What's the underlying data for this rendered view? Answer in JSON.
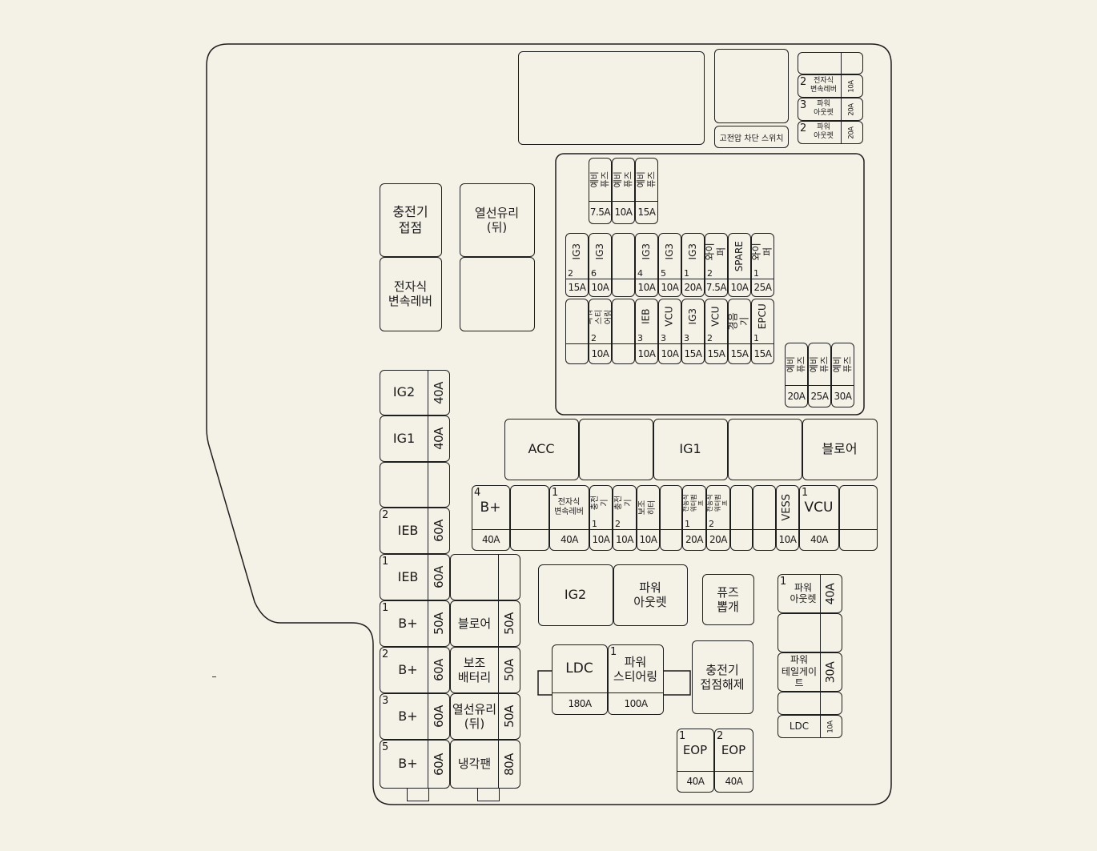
{
  "switch_label": "고전압 차단 스위치",
  "top_right": [
    {
      "n": "",
      "label": "",
      "amp": ""
    },
    {
      "n": "2",
      "label": "전자식\n변속레버",
      "amp": "10A"
    },
    {
      "n": "3",
      "label": "파워\n아웃렛",
      "amp": "20A"
    },
    {
      "n": "2",
      "label": "파워\n아웃렛",
      "amp": "20A"
    }
  ],
  "spare_top": [
    {
      "n": "",
      "label": "예비퓨즈",
      "amp": "7.5A"
    },
    {
      "n": "",
      "label": "예비퓨즈",
      "amp": "10A"
    },
    {
      "n": "",
      "label": "예비퓨즈",
      "amp": "15A"
    }
  ],
  "row_a": [
    {
      "n": "2",
      "label": "IG3",
      "amp": "15A"
    },
    {
      "n": "6",
      "label": "IG3",
      "amp": "10A"
    },
    {
      "n": "",
      "label": "",
      "amp": ""
    },
    {
      "n": "4",
      "label": "IG3",
      "amp": "10A"
    },
    {
      "n": "5",
      "label": "IG3",
      "amp": "10A"
    },
    {
      "n": "1",
      "label": "IG3",
      "amp": "20A"
    },
    {
      "n": "2",
      "label": "와이퍼",
      "amp": "7.5A"
    },
    {
      "n": "",
      "label": "SPARE",
      "amp": "10A"
    },
    {
      "n": "1",
      "label": "와이퍼",
      "amp": "25A"
    }
  ],
  "row_b": [
    {
      "n": "",
      "label": "",
      "amp": ""
    },
    {
      "n": "2",
      "label": "파워\n스티어링",
      "amp": "10A"
    },
    {
      "n": "",
      "label": "",
      "amp": ""
    },
    {
      "n": "3",
      "label": "IEB",
      "amp": "10A"
    },
    {
      "n": "3",
      "label": "VCU",
      "amp": "10A"
    },
    {
      "n": "3",
      "label": "IG3",
      "amp": "15A"
    },
    {
      "n": "2",
      "label": "VCU",
      "amp": "15A"
    },
    {
      "n": "",
      "label": "경음기",
      "amp": "15A"
    },
    {
      "n": "1",
      "label": "EPCU",
      "amp": "15A"
    }
  ],
  "spare_bottom": [
    {
      "n": "",
      "label": "예비퓨즈",
      "amp": "20A"
    },
    {
      "n": "",
      "label": "예비퓨즈",
      "amp": "25A"
    },
    {
      "n": "",
      "label": "예비퓨즈",
      "amp": "30A"
    }
  ],
  "relays_row": [
    {
      "n": "",
      "label": "ACC",
      "amp": ""
    },
    {
      "n": "",
      "label": "",
      "amp": ""
    },
    {
      "n": "",
      "label": "IG1",
      "amp": ""
    },
    {
      "n": "",
      "label": "",
      "amp": ""
    },
    {
      "n": "",
      "label": "블로어",
      "amp": ""
    }
  ],
  "fuse_row": [
    {
      "n": "4",
      "label": "B+",
      "amp": "40A"
    },
    {
      "n": "",
      "label": "",
      "amp": ""
    },
    {
      "n": "1",
      "label": "전자식\n변속레버",
      "amp": "40A"
    },
    {
      "n": "1",
      "label": "충전기",
      "amp": "10A"
    },
    {
      "n": "2",
      "label": "충전기",
      "amp": "10A"
    },
    {
      "n": "",
      "label": "보조히터",
      "amp": "10A"
    },
    {
      "n": "",
      "label": "",
      "amp": ""
    },
    {
      "n": "1",
      "label": "전동식\n워터펌프",
      "amp": "20A"
    },
    {
      "n": "2",
      "label": "전동식\n워터펌프",
      "amp": "20A"
    },
    {
      "n": "",
      "label": "",
      "amp": ""
    },
    {
      "n": "",
      "label": "",
      "amp": ""
    },
    {
      "n": "",
      "label": "VESS",
      "amp": "10A"
    },
    {
      "n": "1",
      "label": "VCU",
      "amp": "40A"
    },
    {
      "n": "",
      "label": "",
      "amp": ""
    }
  ],
  "left_col": [
    {
      "n": "",
      "label": "IG2",
      "amp": "40A"
    },
    {
      "n": "",
      "label": "IG1",
      "amp": "40A"
    },
    {
      "n": "",
      "label": "",
      "amp": ""
    },
    {
      "n": "2",
      "label": "IEB",
      "amp": "60A"
    },
    {
      "n": "1",
      "label": "IEB",
      "amp": "60A"
    },
    {
      "n": "1",
      "label": "B+",
      "amp": "50A"
    },
    {
      "n": "2",
      "label": "B+",
      "amp": "60A"
    },
    {
      "n": "3",
      "label": "B+",
      "amp": "60A"
    },
    {
      "n": "5",
      "label": "B+",
      "amp": "60A"
    }
  ],
  "second_col": [
    {
      "n": "",
      "label": "",
      "amp": ""
    },
    {
      "n": "",
      "label": "블로어",
      "amp": "50A"
    },
    {
      "n": "",
      "label": "보조\n배터리",
      "amp": "50A"
    },
    {
      "n": "",
      "label": "열선유리\n(뒤)",
      "amp": "50A"
    },
    {
      "n": "",
      "label": "냉각팬",
      "amp": "80A"
    }
  ],
  "left_relays": [
    {
      "n": "",
      "label": "충전기\n접점",
      "amp": ""
    },
    {
      "n": "",
      "label": "전자식\n변속레버",
      "amp": ""
    },
    {
      "n": "",
      "label": "열선유리\n(뒤)",
      "amp": ""
    },
    {
      "n": "",
      "label": "",
      "amp": ""
    }
  ],
  "mid": [
    {
      "n": "",
      "label": "IG2",
      "amp": ""
    },
    {
      "n": "",
      "label": "파워\n아웃렛",
      "amp": ""
    },
    {
      "n": "",
      "label": "퓨즈\n뽑개",
      "amp": ""
    },
    {
      "n": "",
      "label": "LDC",
      "amp": "180A"
    },
    {
      "n": "1",
      "label": "파워\n스티어링",
      "amp": "100A"
    },
    {
      "n": "",
      "label": "충전기\n접점해제",
      "amp": ""
    },
    {
      "n": "1",
      "label": "EOP",
      "amp": "40A"
    },
    {
      "n": "2",
      "label": "EOP",
      "amp": "40A"
    }
  ],
  "right_col": [
    {
      "n": "1",
      "label": "파워\n아웃렛",
      "amp": "40A"
    },
    {
      "n": "",
      "label": "",
      "amp": ""
    },
    {
      "n": "",
      "label": "파워\n테일게이트",
      "amp": "30A"
    },
    {
      "n": "",
      "label": "",
      "amp": ""
    },
    {
      "n": "",
      "label": "LDC",
      "amp": "10A"
    }
  ]
}
